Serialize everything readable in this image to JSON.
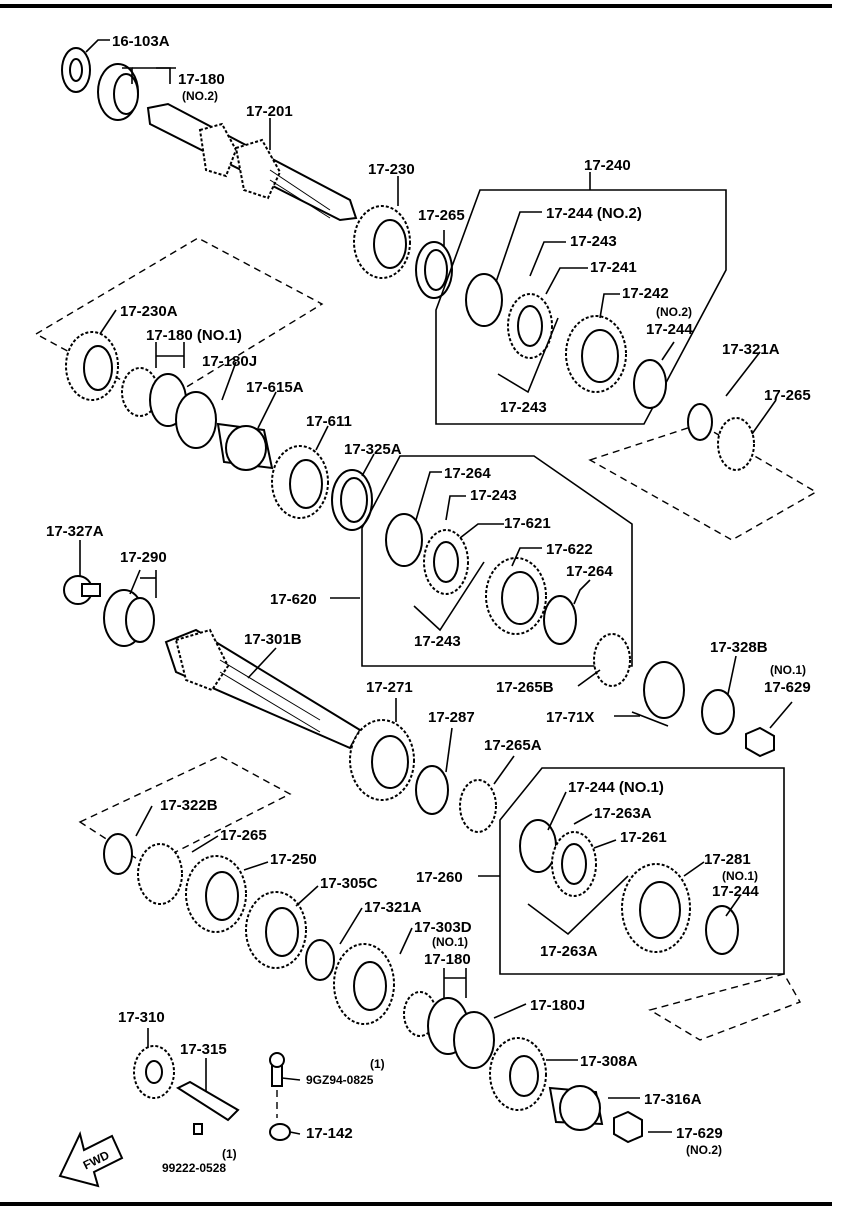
{
  "diagram": {
    "labels": {
      "p16_103A": "16-103A",
      "p17_180_top": "17-180",
      "p17_180_top_note": "(NO.2)",
      "p17_201": "17-201",
      "p17_230": "17-230",
      "p17_265_a": "17-265",
      "p17_240": "17-240",
      "p17_244_no2": "17-244 (NO.2)",
      "p17_243_a": "17-243",
      "p17_241": "17-241",
      "p17_242": "17-242",
      "p17_244_b_note": "(NO.2)",
      "p17_244_b": "17-244",
      "p17_243_b": "17-243",
      "p17_230A": "17-230A",
      "p17_180_no1": "17-180 (NO.1)",
      "p17_180J_a": "17-180J",
      "p17_615A": "17-615A",
      "p17_611": "17-611",
      "p17_325A": "17-325A",
      "p17_321A_a": "17-321A",
      "p17_265_b": "17-265",
      "p17_264_a": "17-264",
      "p17_243_c": "17-243",
      "p17_621": "17-621",
      "p17_622": "17-622",
      "p17_264_b": "17-264",
      "p17_620": "17-620",
      "p17_243_d": "17-243",
      "p17_327A": "17-327A",
      "p17_290": "17-290",
      "p17_301B": "17-301B",
      "p17_328B": "17-328B",
      "p17_629_a_note": "(NO.1)",
      "p17_629_a": "17-629",
      "p17_271": "17-271",
      "p17_265B": "17-265B",
      "p17_71X": "17-71X",
      "p17_287": "17-287",
      "p17_265A": "17-265A",
      "p17_322B": "17-322B",
      "p17_265_c": "17-265",
      "p17_250": "17-250",
      "p17_305C": "17-305C",
      "p17_321A_b": "17-321A",
      "p17_303D": "17-303D",
      "p17_260": "17-260",
      "p17_244_no1": "17-244 (NO.1)",
      "p17_263A_a": "17-263A",
      "p17_261": "17-261",
      "p17_281": "17-281",
      "p17_244_c_note": "(NO.1)",
      "p17_244_c": "17-244",
      "p17_263A_b": "17-263A",
      "p17_180_c_note": "(NO.1)",
      "p17_180_c": "17-180",
      "p17_180J_b": "17-180J",
      "p17_308A": "17-308A",
      "p17_316A": "17-316A",
      "p17_629_b": "17-629",
      "p17_629_b_note": "(NO.2)",
      "p17_310": "17-310",
      "p17_315": "17-315",
      "p9GZ94_qty": "(1)",
      "p9GZ94": "9GZ94-0825",
      "p17_142": "17-142",
      "p99222_qty": "(1)",
      "p99222": "99222-0528",
      "fwd": "FWD"
    }
  }
}
